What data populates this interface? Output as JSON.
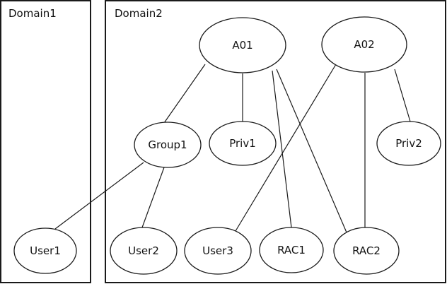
{
  "domains": [
    {
      "id": "domain1",
      "label": "Domain1"
    },
    {
      "id": "domain2",
      "label": "Domain2"
    }
  ],
  "nodes": [
    {
      "id": "a01",
      "label": "A01",
      "domain": "domain2"
    },
    {
      "id": "a02",
      "label": "A02",
      "domain": "domain2"
    },
    {
      "id": "group1",
      "label": "Group1",
      "domain": "domain2"
    },
    {
      "id": "priv1",
      "label": "Priv1",
      "domain": "domain2"
    },
    {
      "id": "priv2",
      "label": "Priv2",
      "domain": "domain2"
    },
    {
      "id": "user1",
      "label": "User1",
      "domain": "domain1"
    },
    {
      "id": "user2",
      "label": "User2",
      "domain": "domain2"
    },
    {
      "id": "user3",
      "label": "User3",
      "domain": "domain2"
    },
    {
      "id": "rac1",
      "label": "RAC1",
      "domain": "domain2"
    },
    {
      "id": "rac2",
      "label": "RAC2",
      "domain": "domain2"
    }
  ],
  "edges": [
    {
      "from": "a01",
      "to": "group1"
    },
    {
      "from": "a01",
      "to": "priv1"
    },
    {
      "from": "a01",
      "to": "rac1"
    },
    {
      "from": "a01",
      "to": "rac2"
    },
    {
      "from": "a02",
      "to": "user3"
    },
    {
      "from": "a02",
      "to": "rac2"
    },
    {
      "from": "a02",
      "to": "priv2"
    },
    {
      "from": "group1",
      "to": "user1"
    },
    {
      "from": "group1",
      "to": "user2"
    }
  ]
}
